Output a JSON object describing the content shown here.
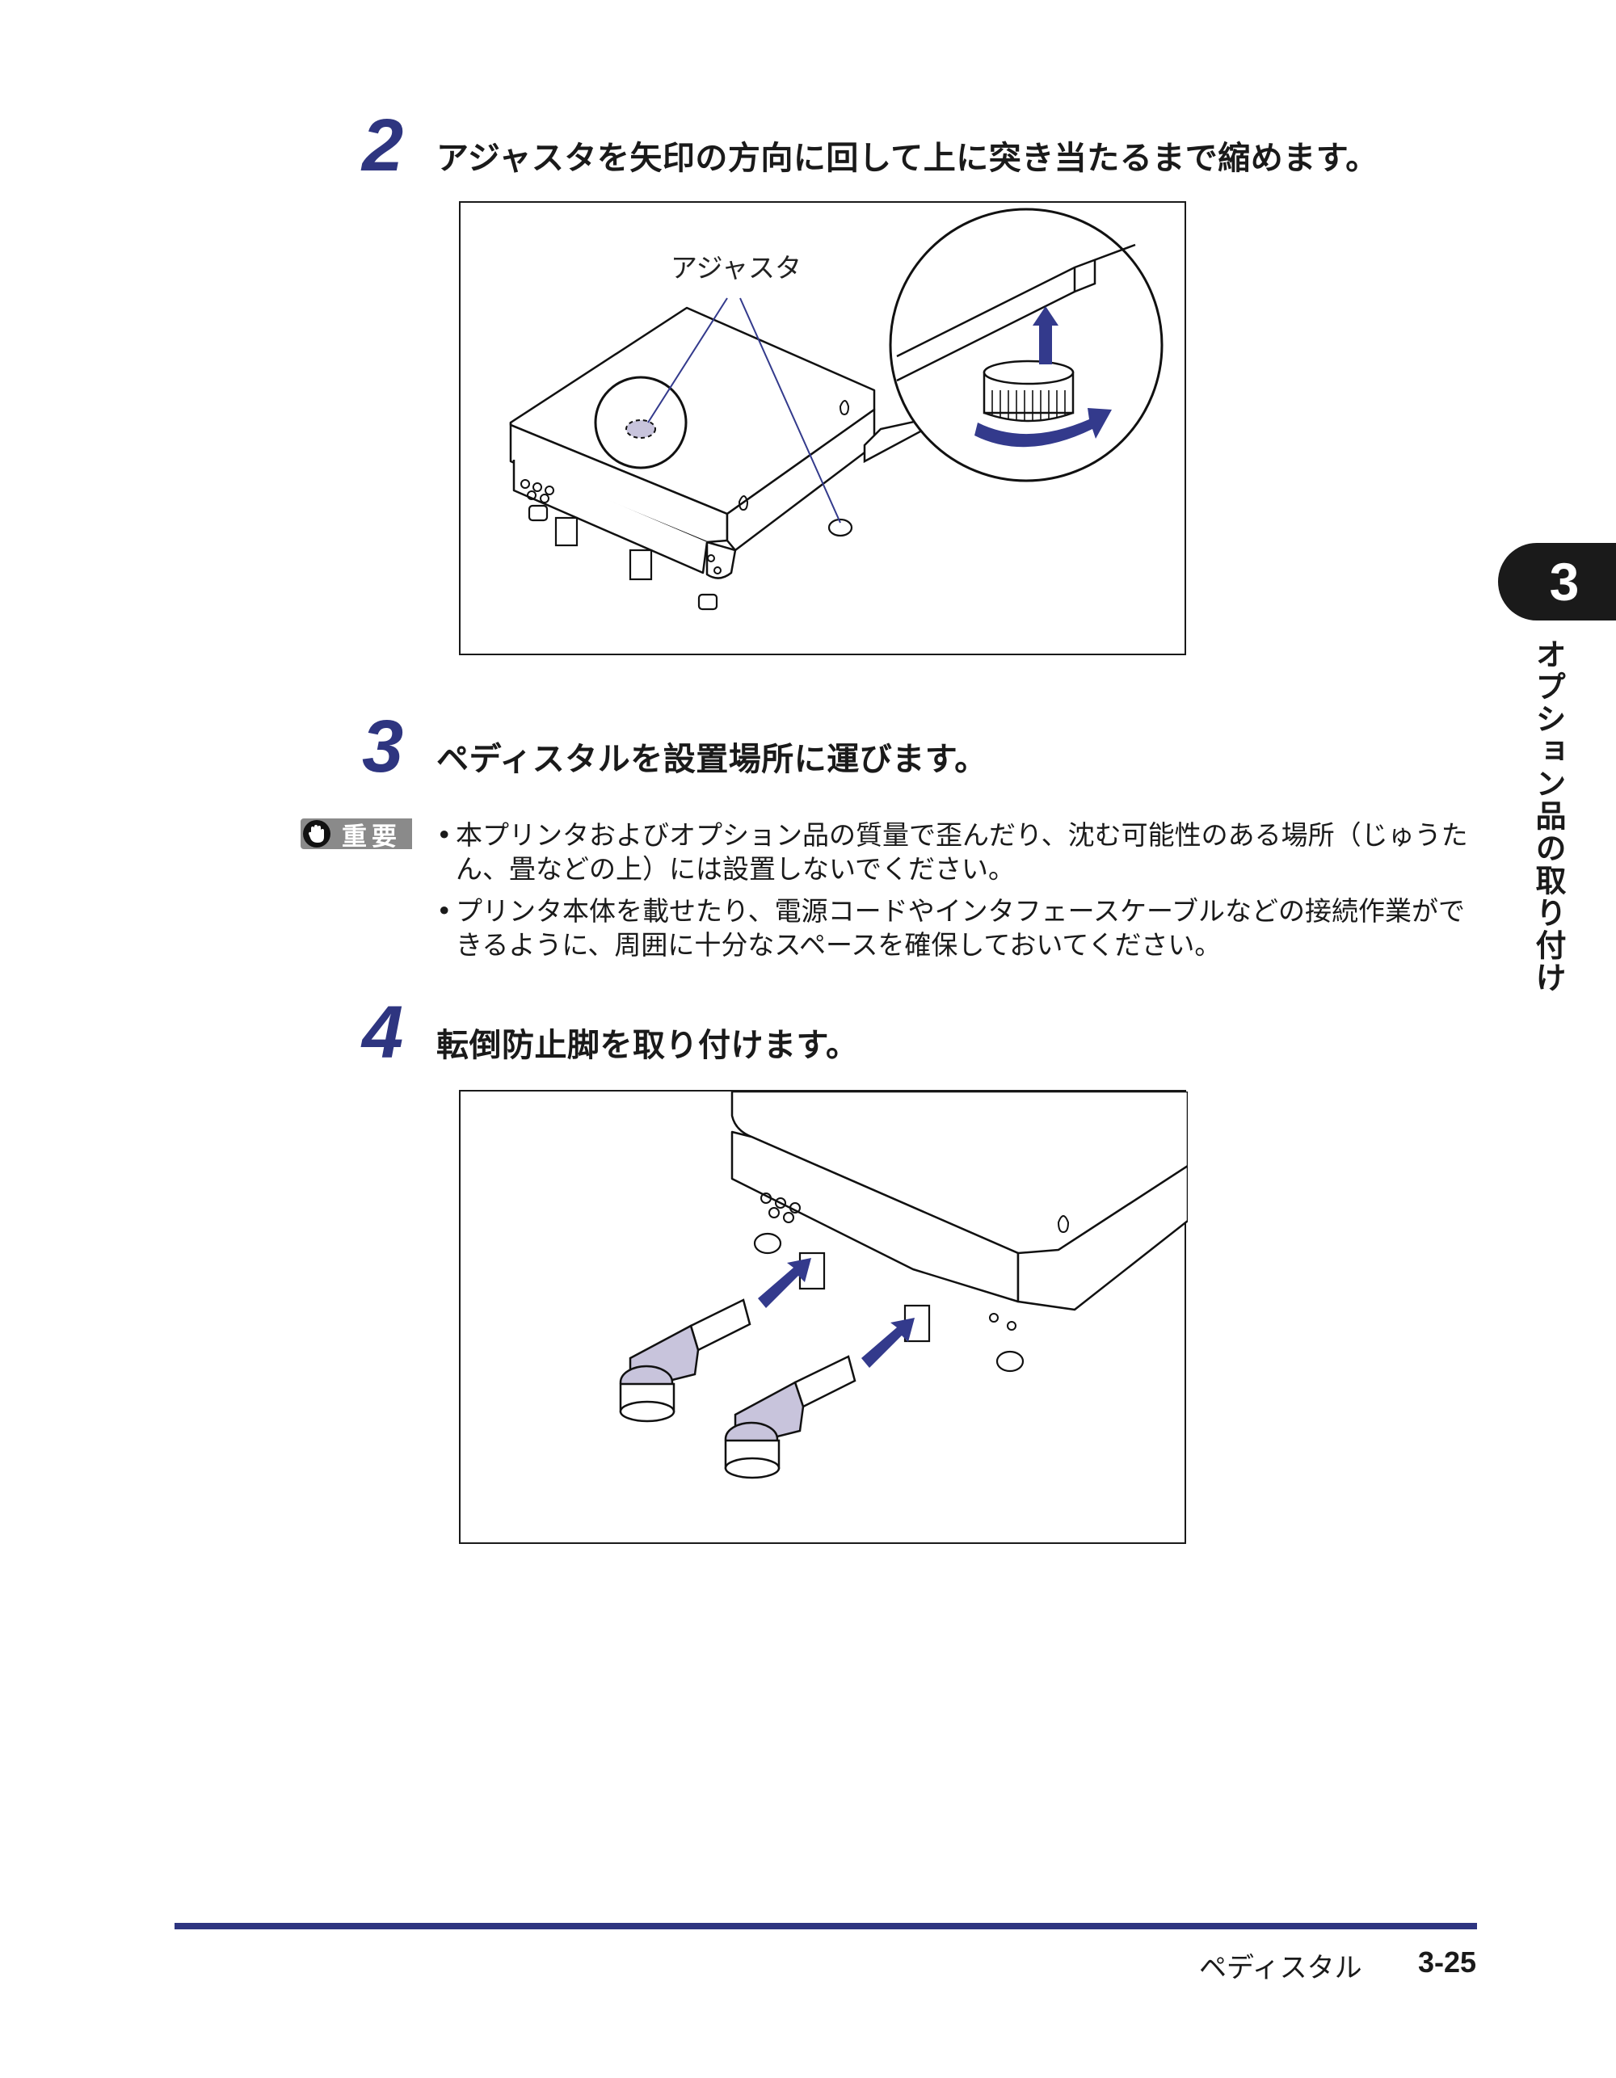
{
  "steps": [
    {
      "number": "2",
      "text": "アジャスタを矢印の方向に回して上に突き当たるまで縮めます。"
    },
    {
      "number": "3",
      "text": "ペディスタルを設置場所に運びます。"
    },
    {
      "number": "4",
      "text": "転倒防止脚を取り付けます。"
    }
  ],
  "figure1": {
    "callout": "アジャスタ"
  },
  "important": {
    "label": "重要",
    "items": [
      "本プリンタおよびオプション品の質量で歪んだり、沈む可能性のある場所（じゅうたん、畳などの上）には設置しないでください。",
      "プリンタ本体を載せたり、電源コードやインタフェースケーブルなどの接続作業ができるように、周囲に十分なスペースを確保しておいてください。"
    ]
  },
  "chapter": {
    "number": "3",
    "title": "オプション品の取り付け"
  },
  "footer": {
    "section": "ペディスタル",
    "page": "3-25"
  },
  "colors": {
    "accent": "#2e3580",
    "arrow": "#333a8c",
    "part": "#c8c4dc"
  },
  "icons": [
    "hand-stop-icon",
    "arrow-up-icon",
    "rotate-arrow-icon",
    "push-arrow-icon"
  ]
}
